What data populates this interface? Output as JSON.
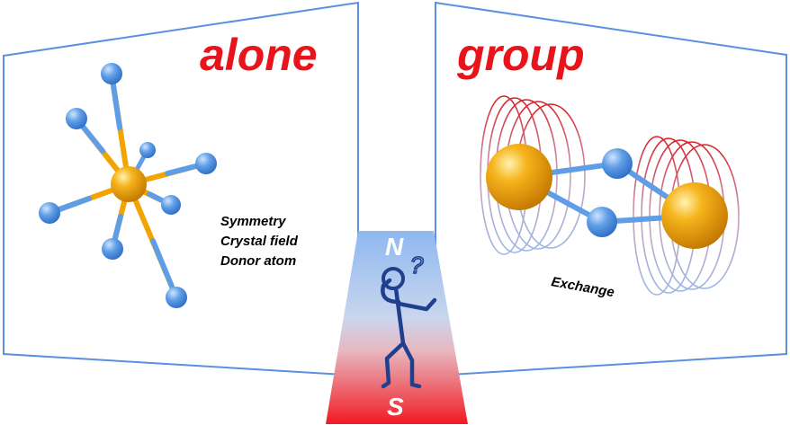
{
  "left_panel": {
    "title": "alone",
    "notes": [
      "Symmetry",
      "Crystal field",
      "Donor atom"
    ]
  },
  "right_panel": {
    "title": "group",
    "note": "Exchange"
  },
  "magnet": {
    "north_label": "N",
    "south_label": "S",
    "question_mark": "?"
  },
  "colors": {
    "title_red": "#e8141c",
    "panel_border": "#5b8fe0",
    "metal_atom": "#f2a400",
    "ligand_atom": "#5f9ee6",
    "magnet_top": "#8fb8f0",
    "magnet_bottom": "#f21a24",
    "stick_figure": "#1f3f8f",
    "field_line_red": "#d8222a",
    "field_line_blue": "#9db8e6"
  }
}
